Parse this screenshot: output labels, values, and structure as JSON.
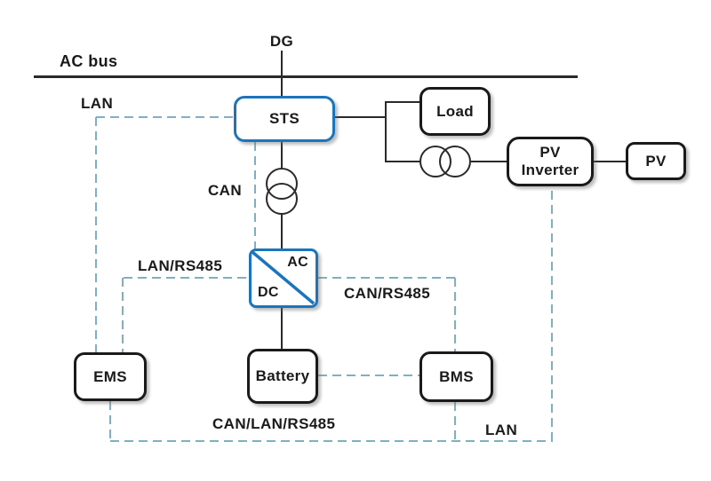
{
  "diagram": {
    "title_hint": "Microgrid power and communication topology",
    "bus": {
      "label": "AC bus"
    },
    "nodes": {
      "dg": "DG",
      "sts": "STS",
      "load": "Load",
      "pv_inverter": "PV Inverter",
      "pv": "PV",
      "converter_ac": "AC",
      "converter_dc": "DC",
      "ems": "EMS",
      "battery": "Battery",
      "bms": "BMS"
    },
    "link_labels": {
      "lan_top": "LAN",
      "can": "CAN",
      "lan_rs485": "LAN/RS485",
      "can_rs485": "CAN/RS485",
      "can_lan_rs485": "CAN/LAN/RS485",
      "lan_bottom": "LAN"
    },
    "colors": {
      "accent_blue": "#1b75bc",
      "dashed_link": "#7fafc5",
      "solid_line": "#2a2a2a"
    }
  }
}
